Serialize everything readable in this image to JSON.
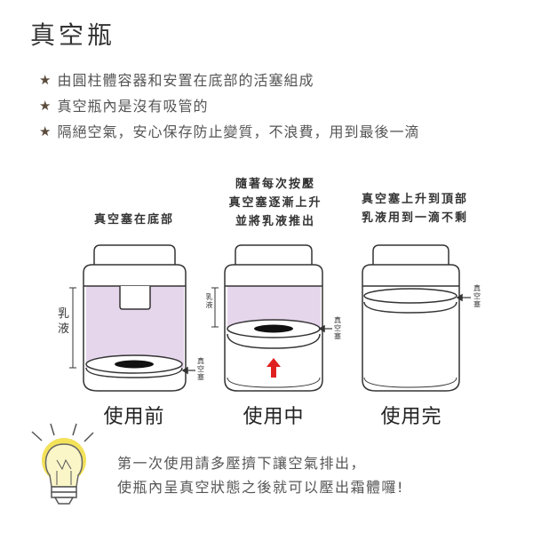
{
  "title": "真空瓶",
  "bullets": [
    "由圓柱體容器和安置在底部的活塞組成",
    "真空瓶內是沒有吸管的",
    "隔絕空氣，安心保存防止變質，不浪費，用到最後一滴"
  ],
  "stages": [
    {
      "caption_lines": [
        "真空塞在底部"
      ],
      "label": "使用前",
      "side_label_left": "乳液",
      "side_label_right": "真空塞"
    },
    {
      "caption_lines": [
        "隨著每次按壓",
        "真空塞逐漸上升",
        "並將乳液推出"
      ],
      "label": "使用中",
      "side_label_left": "乳液",
      "side_label_right": "真空塞"
    },
    {
      "caption_lines": [
        "真空塞上升到頂部",
        "乳液用到一滴不剩"
      ],
      "label": "使用完",
      "side_label_right": "真空塞"
    }
  ],
  "footer_lines": [
    "第一次使用請多壓擠下讓空氣排出，",
    "使瓶內呈真空狀態之後就可以壓出霜體囉!"
  ],
  "colors": {
    "lotion": "#e6d6ec",
    "outline": "#333333",
    "arrow": "#e02020",
    "bulb": "#f3e25a"
  }
}
